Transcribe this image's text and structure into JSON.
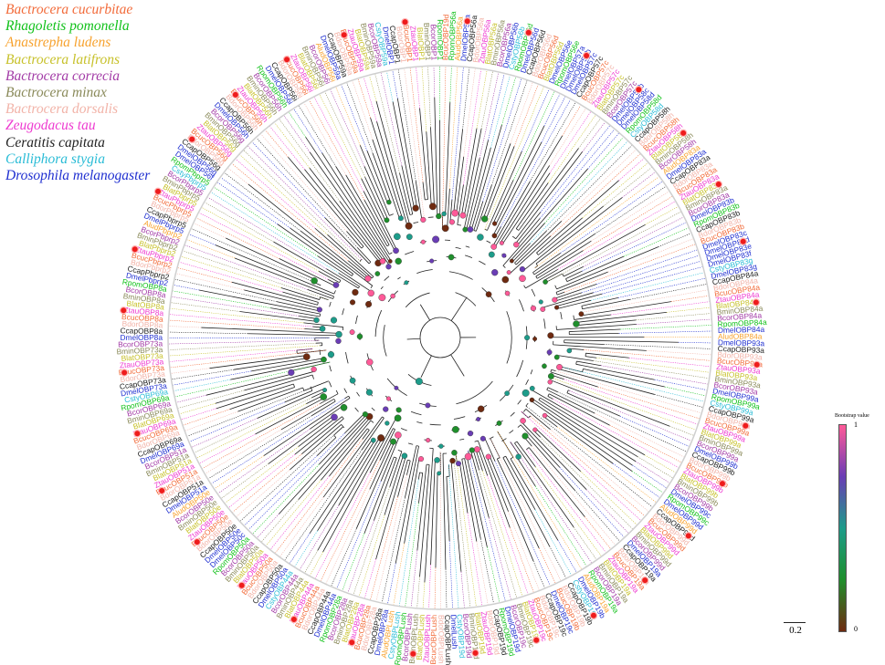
{
  "legend": [
    {
      "name": "Bactrocera cucurbitae",
      "color": "#f26b3a"
    },
    {
      "name": "Rhagoletis pomonella",
      "color": "#11c11a"
    },
    {
      "name": "Anastrepha ludens",
      "color": "#f7a22e"
    },
    {
      "name": "Bactrocera latifrons",
      "color": "#c7c12a"
    },
    {
      "name": "Bactrocera correcia",
      "color": "#a23aa6"
    },
    {
      "name": "Bactrocera minax",
      "color": "#8a8a5a"
    },
    {
      "name": "Bactrocera dorsalis",
      "color": "#f2b3a8"
    },
    {
      "name": "Zeugodacus tau",
      "color": "#ee3ad0"
    },
    {
      "name": "Ceratitis capitata",
      "color": "#222222"
    },
    {
      "name": "Calliphora stygia",
      "color": "#2abcd6"
    },
    {
      "name": "Drosophila melanogaster",
      "color": "#1f2fd0"
    }
  ],
  "leaf_labels": [
    "BcucOBP19d",
    "RpomOBP56a",
    "AludOBP56a",
    "DmelOBP56a",
    "CcapOBP56a",
    "BdorOBP56a",
    "ZtauOBP56a",
    "BlatOBP56a",
    "BminOBP56a",
    "BcorOBP56a",
    "DmelOBP56b",
    "CstyOBP56b",
    "RpomOBP56d",
    "DmelOBP56d",
    "CcapOBP56d",
    "BdorOBP56d",
    "BcucOBP56d",
    "BlatOBP56d",
    "DmelOBP56e",
    "RpomOBP56e",
    "DmelOBP57a",
    "DmelOBP57b",
    "DmelOBP57c",
    "CcapOBP57c",
    "BcucOBP57c",
    "BdorOBP57c",
    "ZtauOBP57c",
    "BlatOBP57c",
    "BminOBP57c",
    "BcorOBP57c",
    "DmelOBP58b",
    "DmelOBP58c",
    "DmelOBP58d",
    "RpomOBP58d",
    "CstyOBP58d",
    "CcapOBP58h",
    "BdorOBP58h",
    "BcucOBP58h",
    "ZtauOBP58h",
    "BlatOBP58h",
    "BminOBP58h",
    "BcorOBP58h",
    "AludOBP83a",
    "DmelOBP83a",
    "CcapOBP83a",
    "BdorOBP83a",
    "BcucOBP83a",
    "ZtauOBP83a",
    "BlatOBP83a",
    "BminOBP83a",
    "BcorOBP83a",
    "DmelOBP83b",
    "RpomOBP83b",
    "CcapOBP83b",
    "BdorOBP83b",
    "BcucOBP83b",
    "DmelOBP83c",
    "DmelOBP83d",
    "DmelOBP83e",
    "DmelOBP83f",
    "CstyOBP83g",
    "DmelOBP83g",
    "CcapOBP84a",
    "BdorOBP84a",
    "BcucOBP84a",
    "ZtauOBP84a",
    "BlatOBP84a",
    "BminOBP84a",
    "BcorOBP84a",
    "RpomOBP84a",
    "DmelOBP84a",
    "AludOBP84a",
    "DmelOBP93a",
    "CcapOBP93a",
    "BdorOBP93a",
    "BcucOBP93a",
    "ZtauOBP93a",
    "BlatOBP93a",
    "BminOBP93a",
    "BcorOBP93a",
    "DmelOBP99a",
    "RpomOBP99a",
    "CstyOBP99a",
    "CcapOBP99a",
    "BdorOBP99a",
    "BcucOBP99a",
    "ZtauOBP99a",
    "BlatOBP99a",
    "BminOBP99a",
    "BcorOBP99a",
    "DmelOBP99b",
    "CcapOBP99b",
    "BdorOBP99b",
    "BcucOBP99b",
    "ZtauOBP99b",
    "BlatOBP99b",
    "BminOBP99b",
    "BcorOBP99b",
    "DmelOBP99c",
    "RpomOBP99c",
    "DmelOBP99d",
    "AludOBP99d",
    "CcapOBP99d",
    "BdorOBP99d",
    "BcucOBP99d",
    "ZtauOBP99d",
    "BlatOBP99d",
    "BminOBP99d",
    "BcorOBP99d",
    "DmelOBP19a",
    "CcapOBP19a",
    "BdorOBP19a",
    "BcucOBP19a",
    "ZtauOBP19a",
    "BlatOBP19a",
    "BminOBP19a",
    "BcorOBP19a",
    "RpomOBP19a",
    "AludOBP19a",
    "DmelOBP19b",
    "CstyOBP19b",
    "CcapOBP19b",
    "BdorOBP19b",
    "BcucOBP19b",
    "DmelOBP19c",
    "CcapOBP19c",
    "BdorOBP19c",
    "BcucOBP19c",
    "ZtauOBP19c",
    "BlatOBP19c",
    "BminOBP19c",
    "BcorOBP19c",
    "DmelOBP19d",
    "RpomOBP19d",
    "CcapOBP19d",
    "BdorOBP19d",
    "ZtauOBP19d",
    "BlatOBP19d",
    "BminOBP19d",
    "BcorOBP19d",
    "CstyOBP19d",
    "DmelLush",
    "CcapOBPLush",
    "BdorOBPLush",
    "BcucOBPLush",
    "ZtauOBPLush",
    "BlatOBPLush",
    "BminOBPLush",
    "BcorOBPLush",
    "RpomOBPLush",
    "CstyOBPLush",
    "AludOBPLush",
    "DmelOBP28a",
    "CcapOBP28a",
    "BdorOBP28a",
    "BcucOBP28a",
    "ZtauOBP28a",
    "BlatOBP28a",
    "BminOBP28a",
    "BcorOBP28a",
    "RpomOBP28a",
    "DmelOBP44a",
    "CcapOBP44a",
    "BdorOBP44a",
    "BcucOBP44a",
    "ZtauOBP44a",
    "BlatOBP44a",
    "BminOBP44a",
    "BcorOBP44a",
    "CstyOBP44a",
    "DmelOBP50a",
    "CcapOBP50a",
    "BdorOBP50a",
    "BcucOBP50a",
    "ZtauOBP50a",
    "BlatOBP50a",
    "BminOBP50a",
    "BcorOBP50a",
    "RpomOBP50a",
    "DmelOBP50c",
    "DmelOBP50e",
    "CcapOBP50e",
    "BdorOBP50e",
    "BcucOBP50e",
    "ZtauOBP50e",
    "BlatOBP50e",
    "BminOBP50e",
    "BcorOBP50e",
    "AludOBP50e",
    "DmelOBP51a",
    "CcapOBP51a",
    "BdorOBP51a",
    "BcucOBP51a",
    "ZtauOBP51a",
    "BlatOBP51a",
    "BminOBP51a",
    "BcorOBP51a",
    "DmelOBP69a",
    "CcapOBP69a",
    "BdorOBP69a",
    "BcucOBP69a",
    "ZtauOBP69a",
    "BlatOBP69a",
    "BminOBP69a",
    "BcorOBP69a",
    "RpomOBP69a",
    "CstyOBP69a",
    "DmelOBP73a",
    "CcapOBP73a",
    "BdorOBP73a",
    "BcucOBP73a",
    "ZtauOBP73a",
    "BlatOBP73a",
    "BminOBP73a",
    "BcorOBP73a",
    "DmelOBP8a",
    "CcapOBP8a",
    "BdorOBP8a",
    "BcucOBP8a",
    "ZtauOBP8a",
    "BlatOBP8a",
    "BminOBP8a",
    "BcorOBP8a",
    "RpomOBP8a",
    "DmelPbprp2",
    "CcapPbprp2",
    "BdorPbprp2",
    "BcucPbprp2",
    "ZtauPbprp2",
    "BlatPbprp2",
    "BminPbprp2",
    "BcorPbprp2",
    "AludPbprp2",
    "DmelPbprp5",
    "CcapPbprp5",
    "BdorPbprp5",
    "BcucPbprp5",
    "ZtauPbprp5",
    "BlatPbprp5",
    "BminPbprp5",
    "BcorPbprp5",
    "CstyPbprp5",
    "RpomPbprp5",
    "DmelOBP56f",
    "DmelOBP56g",
    "CcapOBP56g",
    "BdorOBP56g",
    "BcucOBP56g",
    "ZtauOBP56g",
    "BlatOBP56g",
    "BminOBP56g",
    "BcorOBP56g",
    "DmelOBP56h",
    "CcapOBP56h",
    "BdorOBP56h",
    "BcucOBP56h",
    "ZtauOBP56h",
    "BlatOBP56h",
    "BminOBP56h",
    "BcorOBP56h",
    "RpomOBP56h",
    "DmelOBP56i",
    "CcapOBP56i",
    "BdorOBP56i",
    "BcucOBP56i",
    "ZtauOBP56i",
    "BlatOBP56i",
    "BminOBP56i",
    "BcorOBP56i",
    "AludOBP56i",
    "DmelOBP59a",
    "CcapOBP59a",
    "BdorOBP59a",
    "BcucOBP59a",
    "ZtauOBP59a",
    "BlatOBP59a",
    "BminOBP59a",
    "BcorOBP59a",
    "CstyOBP59a",
    "DmelOBP1",
    "CcapOBP1",
    "BdorOBP1",
    "BcucOBP1",
    "ZtauOBP1",
    "BlatOBP1",
    "BminOBP1",
    "BcorOBP1",
    "RpomOBP1"
  ],
  "colorbar": {
    "title": "Bootstrap value",
    "max_label": "1",
    "min_label": "0",
    "colors": [
      "#ff5a98",
      "#6a3db5",
      "#1d9c8a",
      "#1f8f2c",
      "#6e2a10"
    ]
  },
  "scale_label": "0.2"
}
